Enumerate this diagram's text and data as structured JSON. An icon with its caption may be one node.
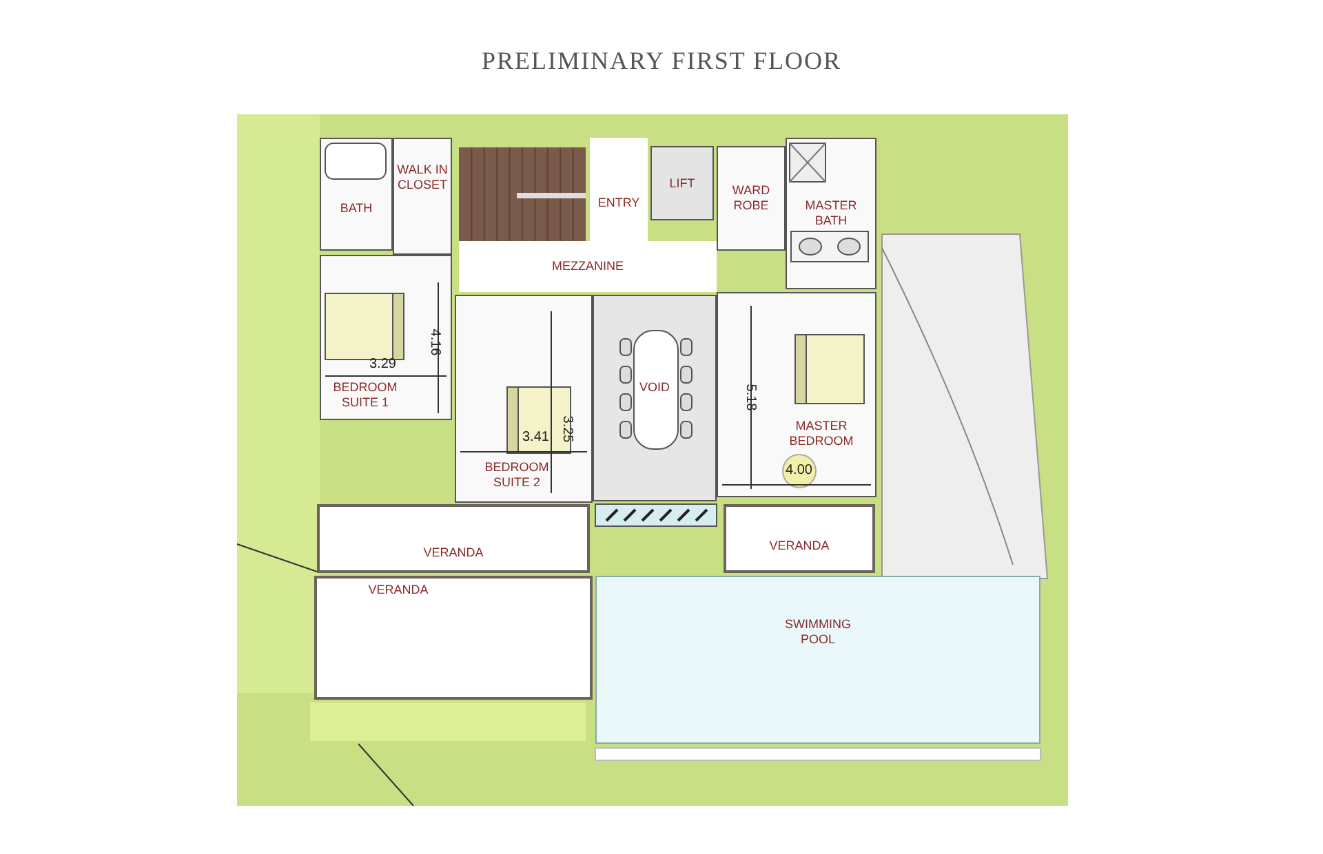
{
  "diagram": {
    "title": "PRELIMINARY FIRST FLOOR",
    "nodes": [
      {
        "text": [
          "BATH"
        ]
      },
      {
        "text": [
          "WALK IN CLOSET"
        ]
      },
      {
        "text": [
          "ENTRY"
        ]
      },
      {
        "text": [
          "LIFT"
        ]
      },
      {
        "text": [
          "WARD ROBE"
        ]
      },
      {
        "text": [
          "MASTER BATH"
        ]
      },
      {
        "text": [
          "MEZZANINE"
        ]
      },
      {
        "text": [
          "BEDROOM SUITE 1"
        ]
      },
      {
        "text": [
          "BEDROOM SUITE 2"
        ]
      },
      {
        "text": [
          "VOID"
        ]
      },
      {
        "text": [
          "MASTER BEDROOM"
        ]
      },
      {
        "text": [
          "VERANDA"
        ]
      },
      {
        "text": [
          "VERANDA"
        ]
      },
      {
        "text": [
          "VERANDA"
        ]
      },
      {
        "text": [
          "SWIMMING POOL"
        ]
      }
    ],
    "edges": [],
    "labels": [
      "4.16",
      "3.29",
      "3.41",
      "3.25",
      "5.18",
      "4.00"
    ]
  }
}
